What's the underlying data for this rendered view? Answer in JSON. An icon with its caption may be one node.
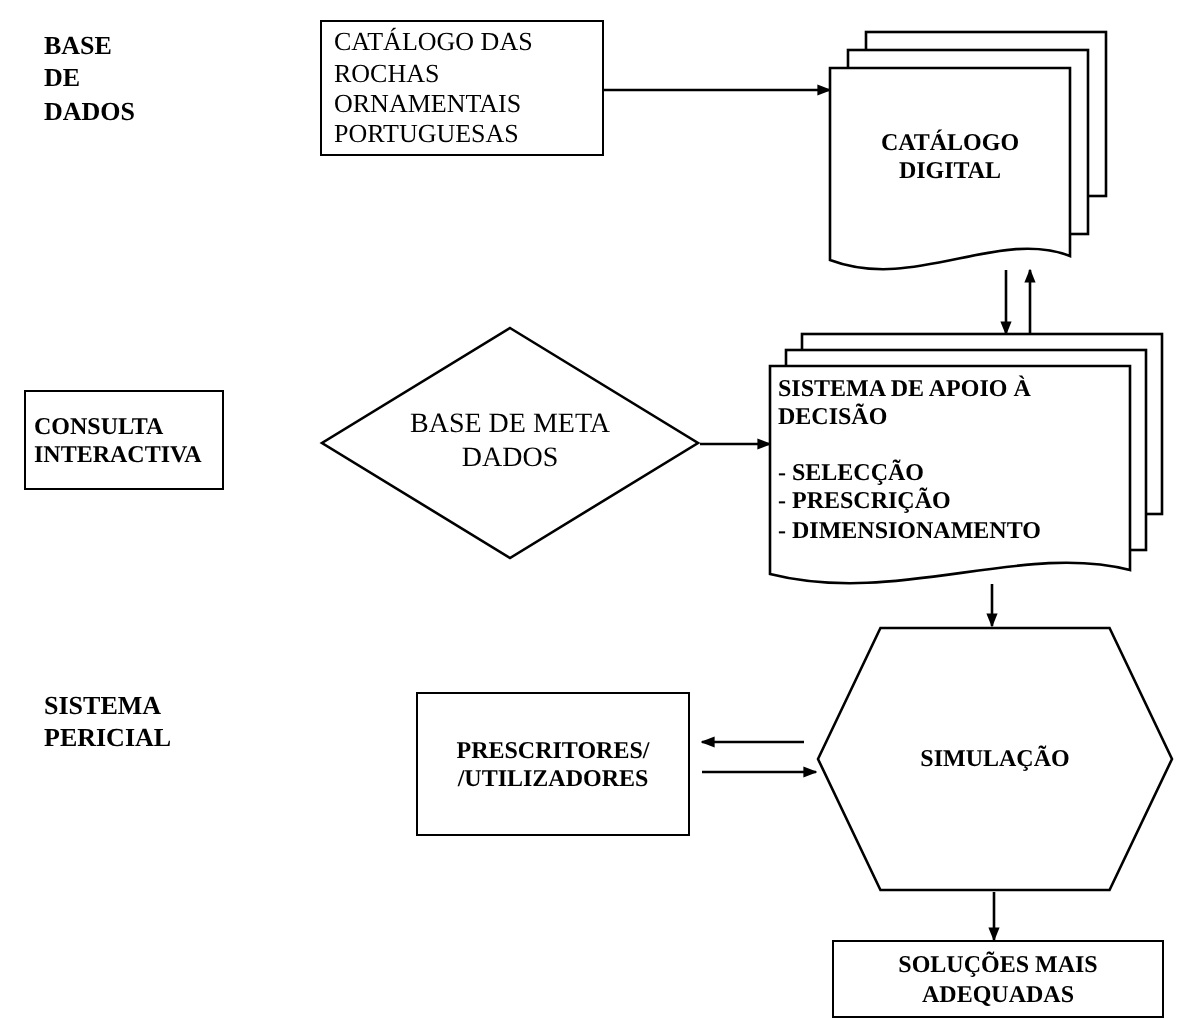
{
  "diagram": {
    "nodes": [
      {
        "text": [
          "CATÁLOGO DAS ROCHAS ORNAMENTAIS PORTUGUESAS"
        ]
      },
      {
        "text": [
          "CATÁLOGO DIGITAL"
        ]
      },
      {
        "text": [
          "CONSULTA INTERACTIVA"
        ]
      },
      {
        "text": [
          "BASE DE META DADOS"
        ]
      },
      {
        "text": [
          "SISTEMA DE APOIO À DECISÃO",
          "- SELECÇÃO",
          "- PRESCRIÇÃO",
          "- DIMENSIONAMENTO"
        ]
      },
      {
        "text": [
          "PRESCRITORES/ /UTILIZADORES"
        ]
      },
      {
        "text": [
          "SIMULAÇÃO"
        ]
      },
      {
        "text": [
          "SOLUÇÕES MAIS ADEQUADAS"
        ]
      }
    ],
    "edges": [
      {
        "from": 0,
        "to": 1,
        "arrow": "to"
      },
      {
        "from": 1,
        "to": 4,
        "arrow": "to"
      },
      {
        "from": 4,
        "to": 1,
        "arrow": "to"
      },
      {
        "from": 3,
        "to": 4,
        "arrow": "to"
      },
      {
        "from": 4,
        "to": 6,
        "arrow": "to"
      },
      {
        "from": 6,
        "to": 5,
        "arrow": "to"
      },
      {
        "from": 5,
        "to": 6,
        "arrow": "to"
      },
      {
        "from": 6,
        "to": 7,
        "arrow": "to"
      }
    ],
    "labels": [
      "BASE DE DADOS",
      "SISTEMA PERICIAL"
    ]
  }
}
